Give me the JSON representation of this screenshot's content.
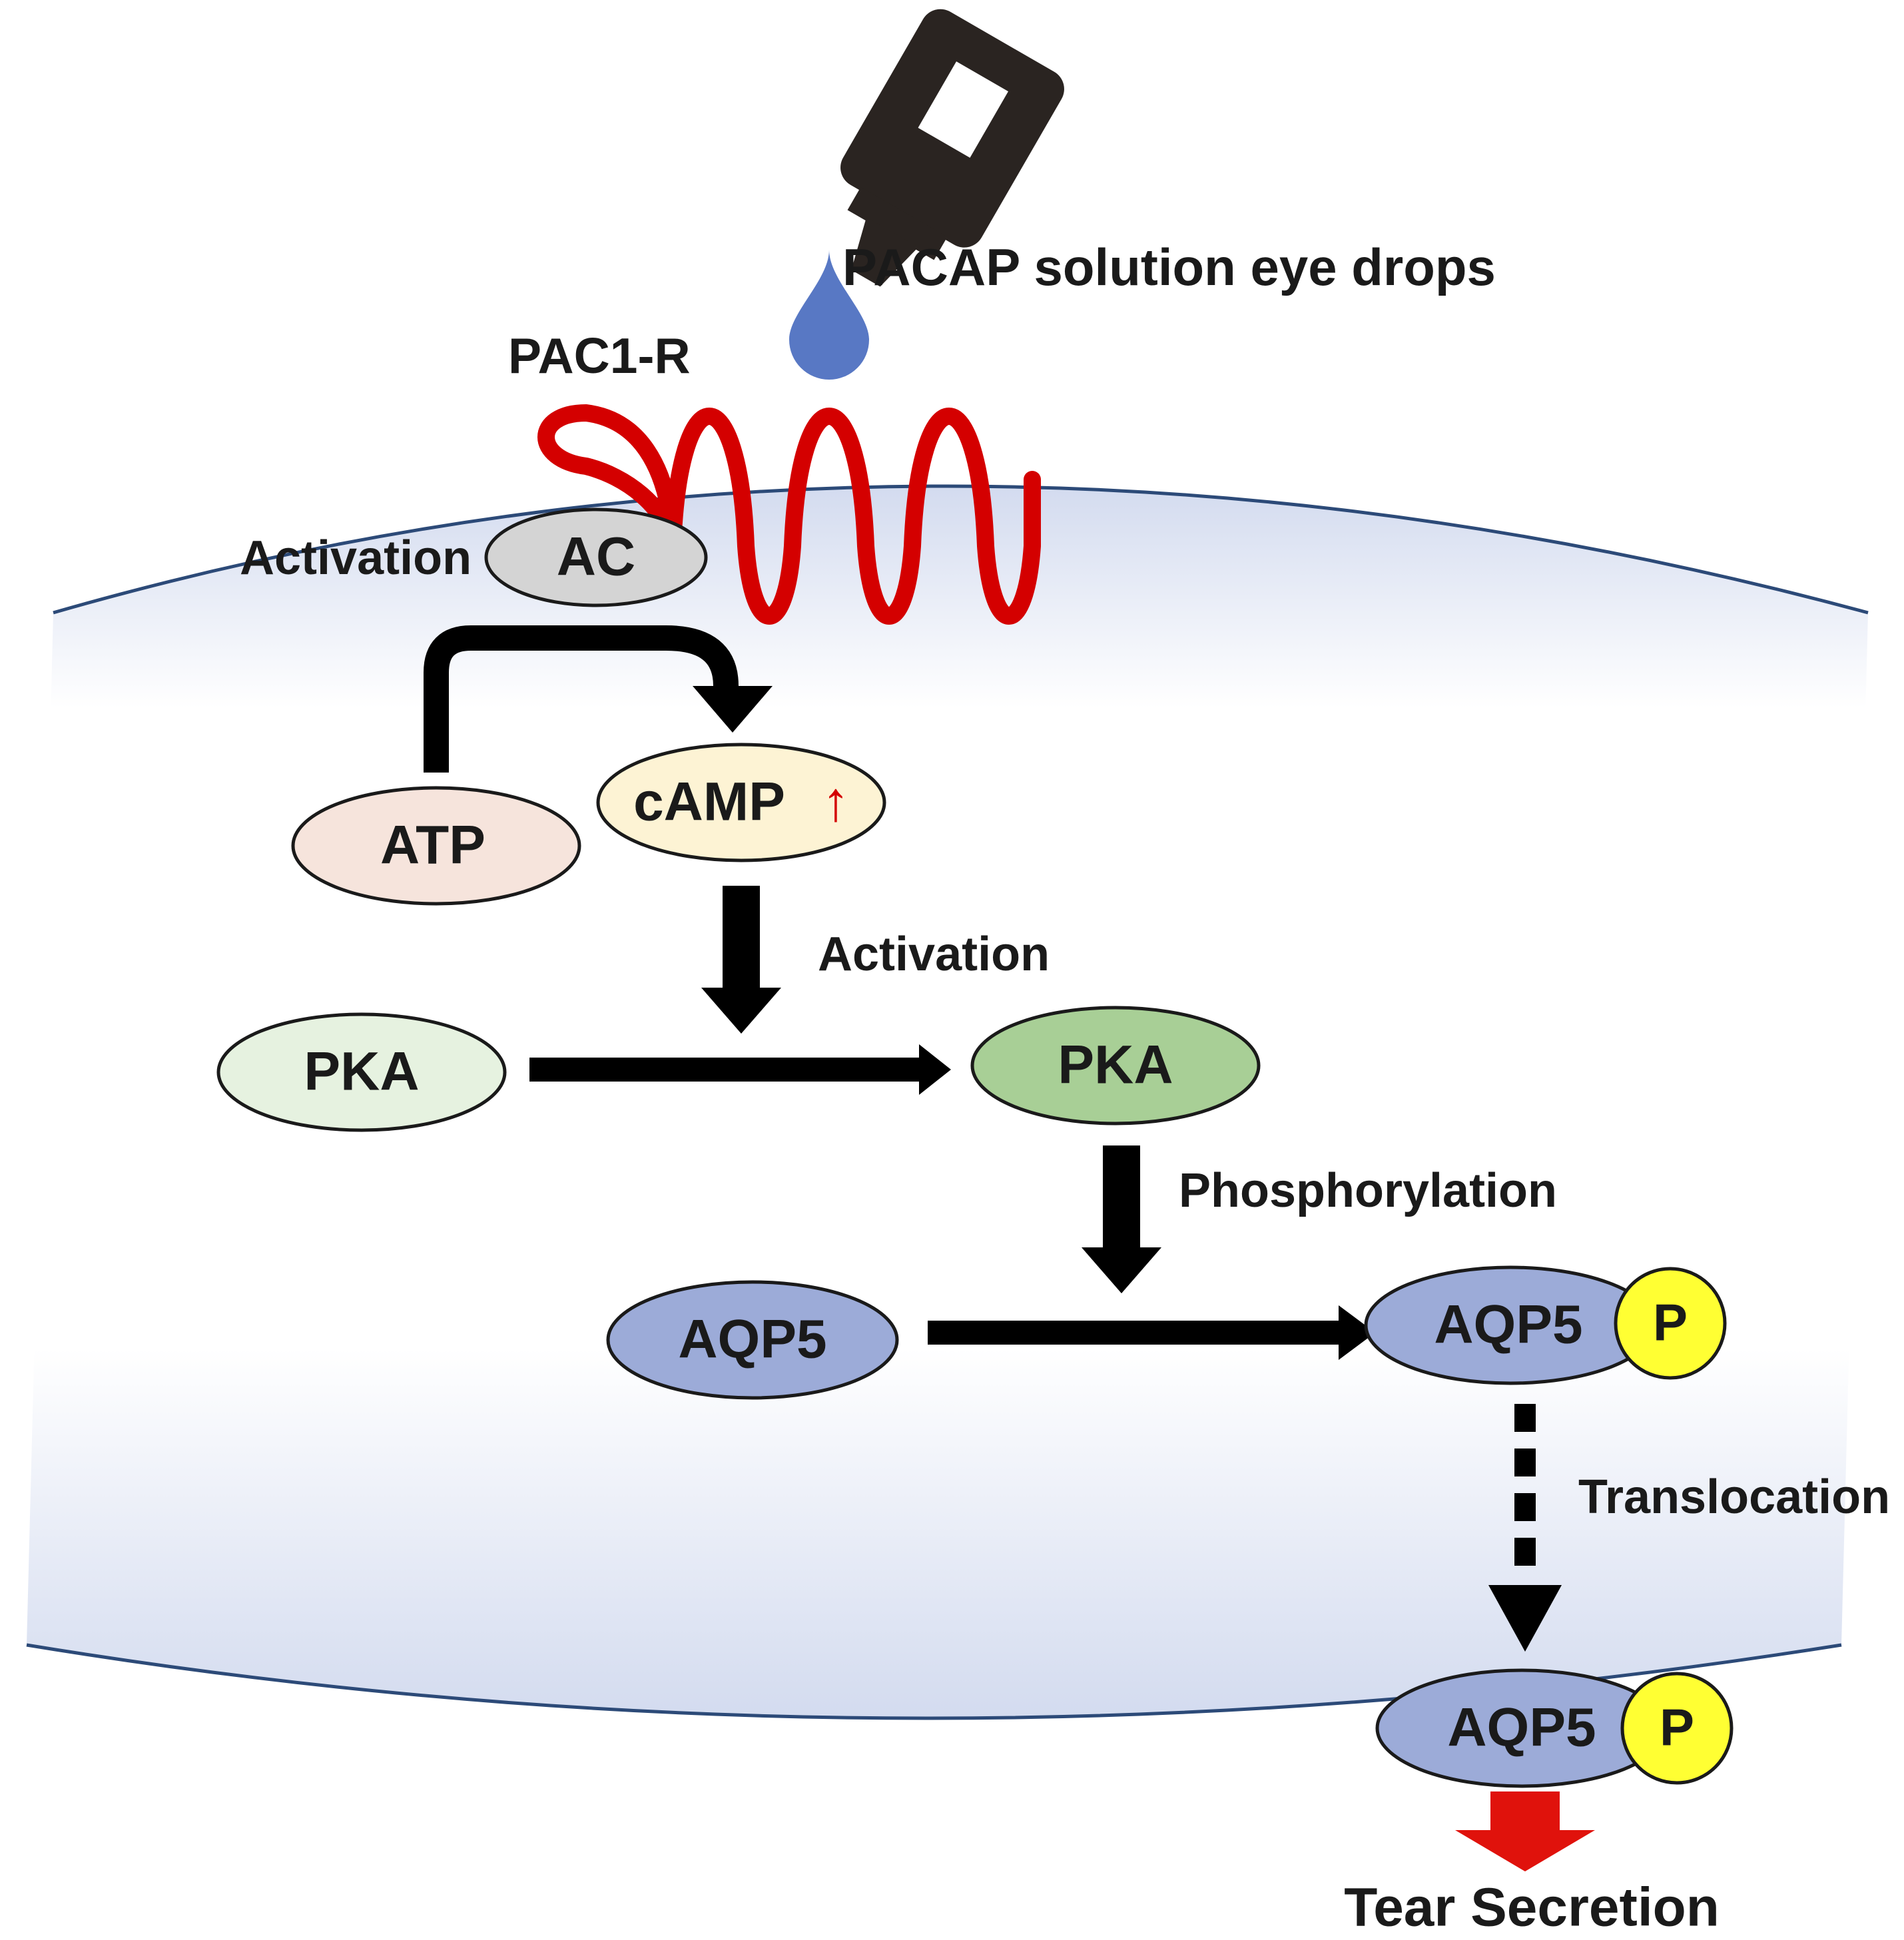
{
  "labels": {
    "eye_drops": "PACAP solution eye drops",
    "receptor": "PAC1-R",
    "activation_ac": "Activation",
    "activation_pka": "Activation",
    "phosphorylation": "Phosphorylation",
    "translocation": "Translocation",
    "tear_secretion": "Tear Secretion"
  },
  "nodes": {
    "ac": "AC",
    "atp": "ATP",
    "camp": "cAMP",
    "camp_arrow": "↑",
    "pka_inactive": "PKA",
    "pka_active": "PKA",
    "aqp5_plain": "AQP5",
    "aqp5_phos": "AQP5",
    "p_badge_1": "P",
    "aqp5_membrane": "AQP5",
    "p_badge_2": "P"
  },
  "colors": {
    "receptor_red": "#d40000",
    "drop_blue": "#5878c4",
    "bottle": "#2a2421",
    "cell_fill": "#d6ddf0",
    "membrane_line": "#2c4a78",
    "ac_fill": "#d4d4d4",
    "atp_fill": "#f6e4dc",
    "camp_fill": "#fdf3d4",
    "pka_light": "#e6f2e0",
    "pka_dark": "#a8cf96",
    "aqp5_fill": "#9cabd8",
    "p_badge": "#ffff33",
    "tear_arrow": "#e0120c",
    "arrow": "#000000"
  }
}
